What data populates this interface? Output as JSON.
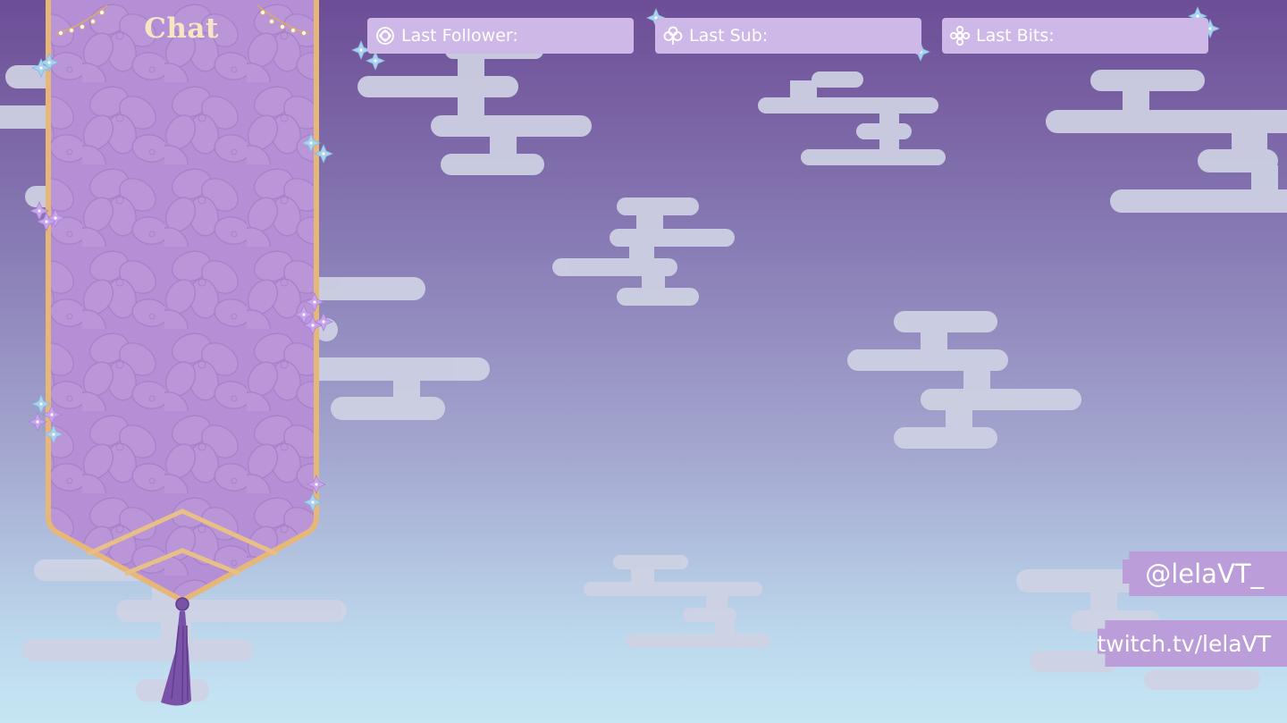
{
  "panel": {
    "title": "Chat"
  },
  "stats": [
    {
      "label": "Last Follower:",
      "icon": "celtic-knot-icon"
    },
    {
      "label": "Last Sub:",
      "icon": "clover-icon"
    },
    {
      "label": "Last Bits:",
      "icon": "four-petal-knot-icon"
    }
  ],
  "social": {
    "handle": "@lelaVT_",
    "url": "twitch.tv/lelaVT"
  },
  "colors": {
    "bar": "#cdb8e7",
    "panel_fill": "#b48fd6",
    "gold_frame": "#e6b779",
    "tassel": "#7a52a8",
    "cloud": "#cfd2e4",
    "tag": "#bb9ed9",
    "sky_top": "#6c4d96",
    "sky_bottom": "#c6e6f4"
  }
}
